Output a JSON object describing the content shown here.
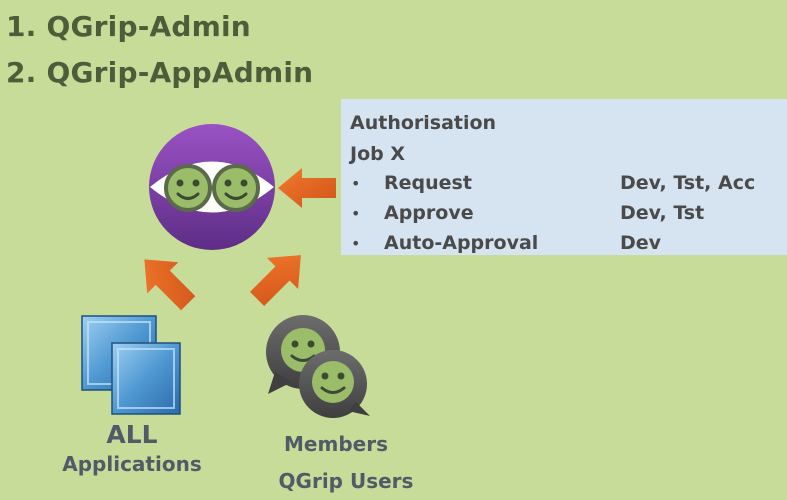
{
  "titles": [
    "1. QGrip-Admin",
    "2. QGrip-AppAdmin"
  ],
  "auth_box": {
    "heading": "Authorisation",
    "job": "Job X",
    "bullet": "•",
    "items": [
      {
        "action": "Request",
        "envs": "Dev, Tst, Acc"
      },
      {
        "action": "Approve",
        "envs": "Dev, Tst"
      },
      {
        "action": "Auto-Approval",
        "envs": "Dev"
      }
    ]
  },
  "apps": {
    "line1": "ALL",
    "line2": "Applications"
  },
  "users": {
    "line1": "Members",
    "line2": "QGrip Users"
  },
  "colors": {
    "background": "#c8dc9a",
    "title_text": "#4d5c39",
    "auth_box": "#d6e4f2",
    "arrow": "#e3631f",
    "logo_purple": "#7a3fa8",
    "smiley_green": "#9bbd6a",
    "app_blue": "#4a90c8",
    "label_text": "#4f5b66"
  },
  "icons": [
    "qgrip-logo-icon",
    "applications-icon",
    "users-icon"
  ]
}
